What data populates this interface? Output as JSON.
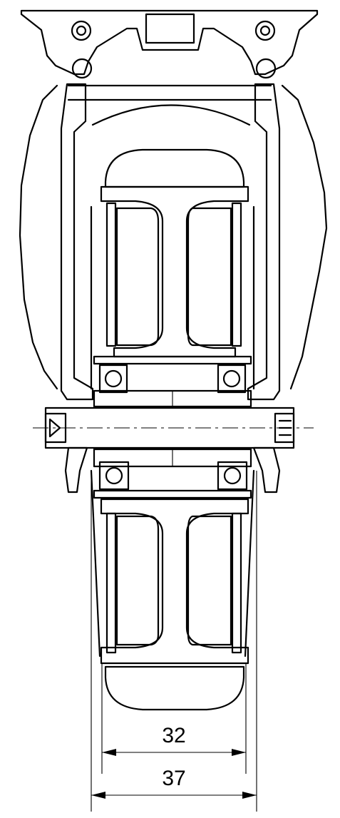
{
  "drawing": {
    "type": "technical-section-drawing",
    "dimensions": [
      {
        "label": "32"
      },
      {
        "label": "37"
      }
    ]
  },
  "colors": {
    "stroke": "#000000",
    "background": "#ffffff"
  }
}
